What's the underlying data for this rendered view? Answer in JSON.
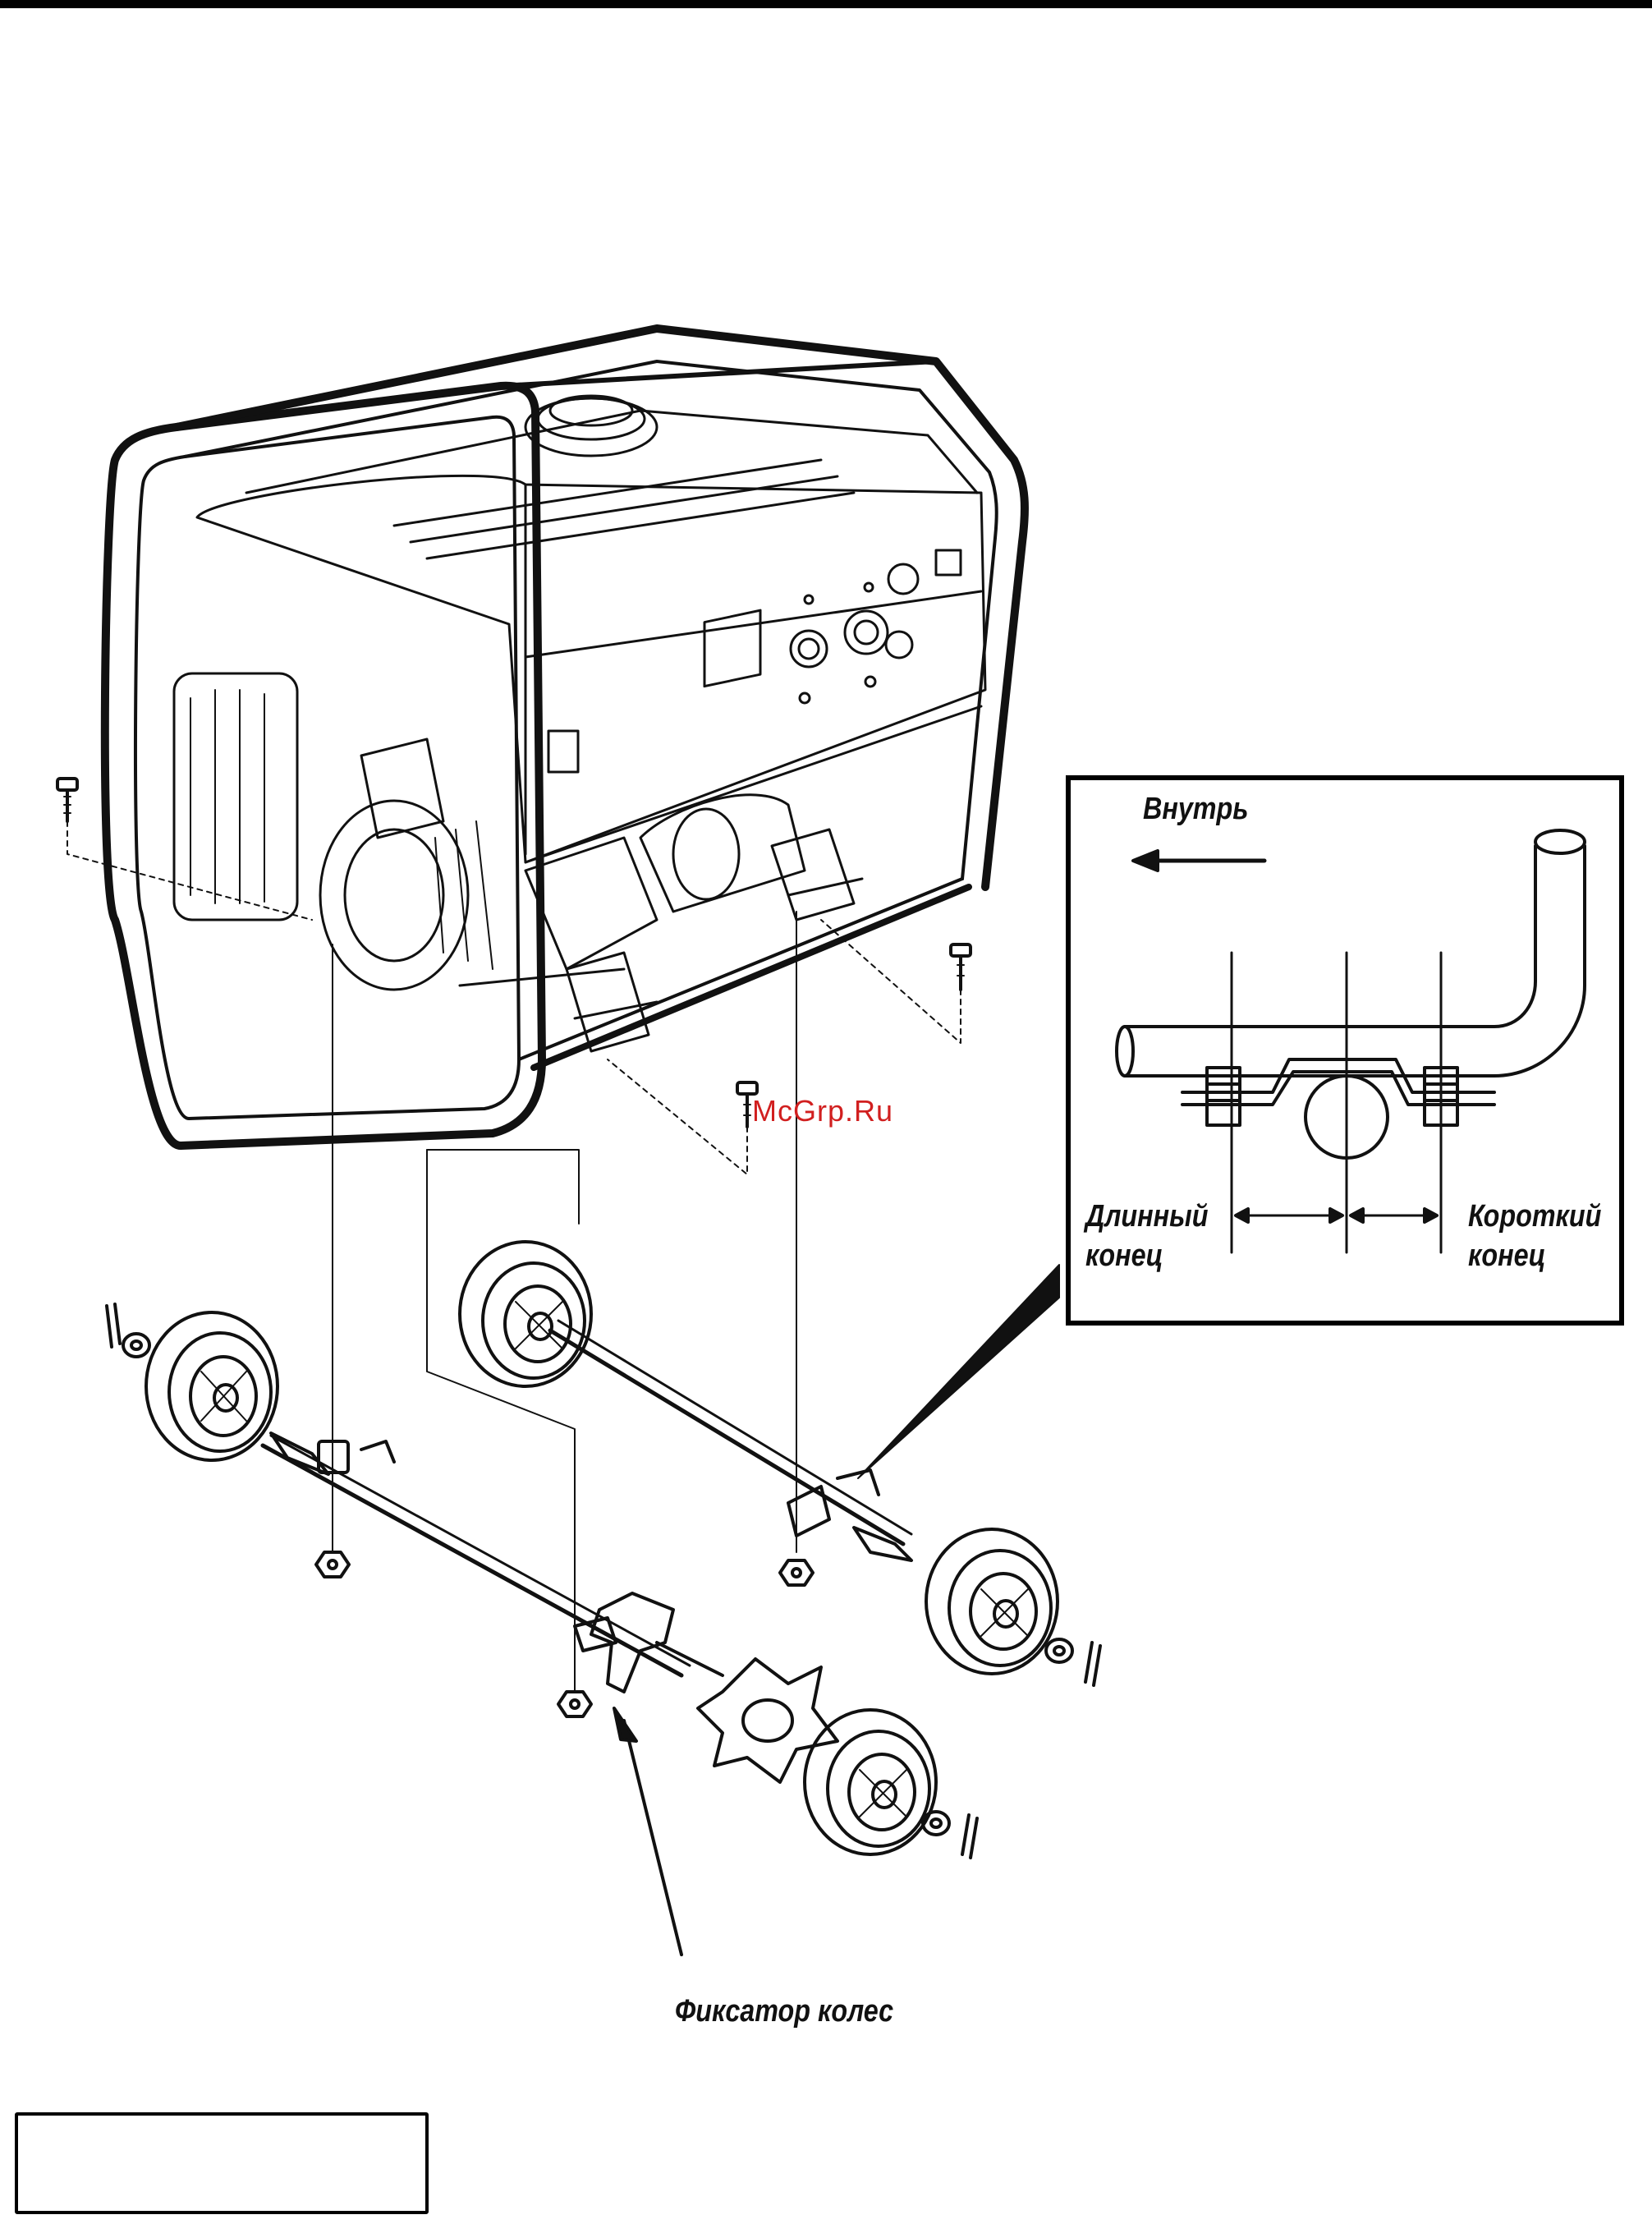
{
  "labels": {
    "inside": "Внутрь",
    "long_end_1": "Длинный",
    "long_end_2": "конец",
    "short_end_1": "Короткий",
    "short_end_2": "конец",
    "wheel_lock": "Фиксатор колес"
  },
  "watermark": "McGrp.Ru",
  "colors": {
    "ink": "#111111",
    "watermark": "#d11f1f",
    "paper": "#ffffff"
  },
  "icons": [
    "arrow-left-icon",
    "bolt-icon",
    "wheel-icon",
    "cotter-pin-icon",
    "washer-icon",
    "nut-icon"
  ]
}
